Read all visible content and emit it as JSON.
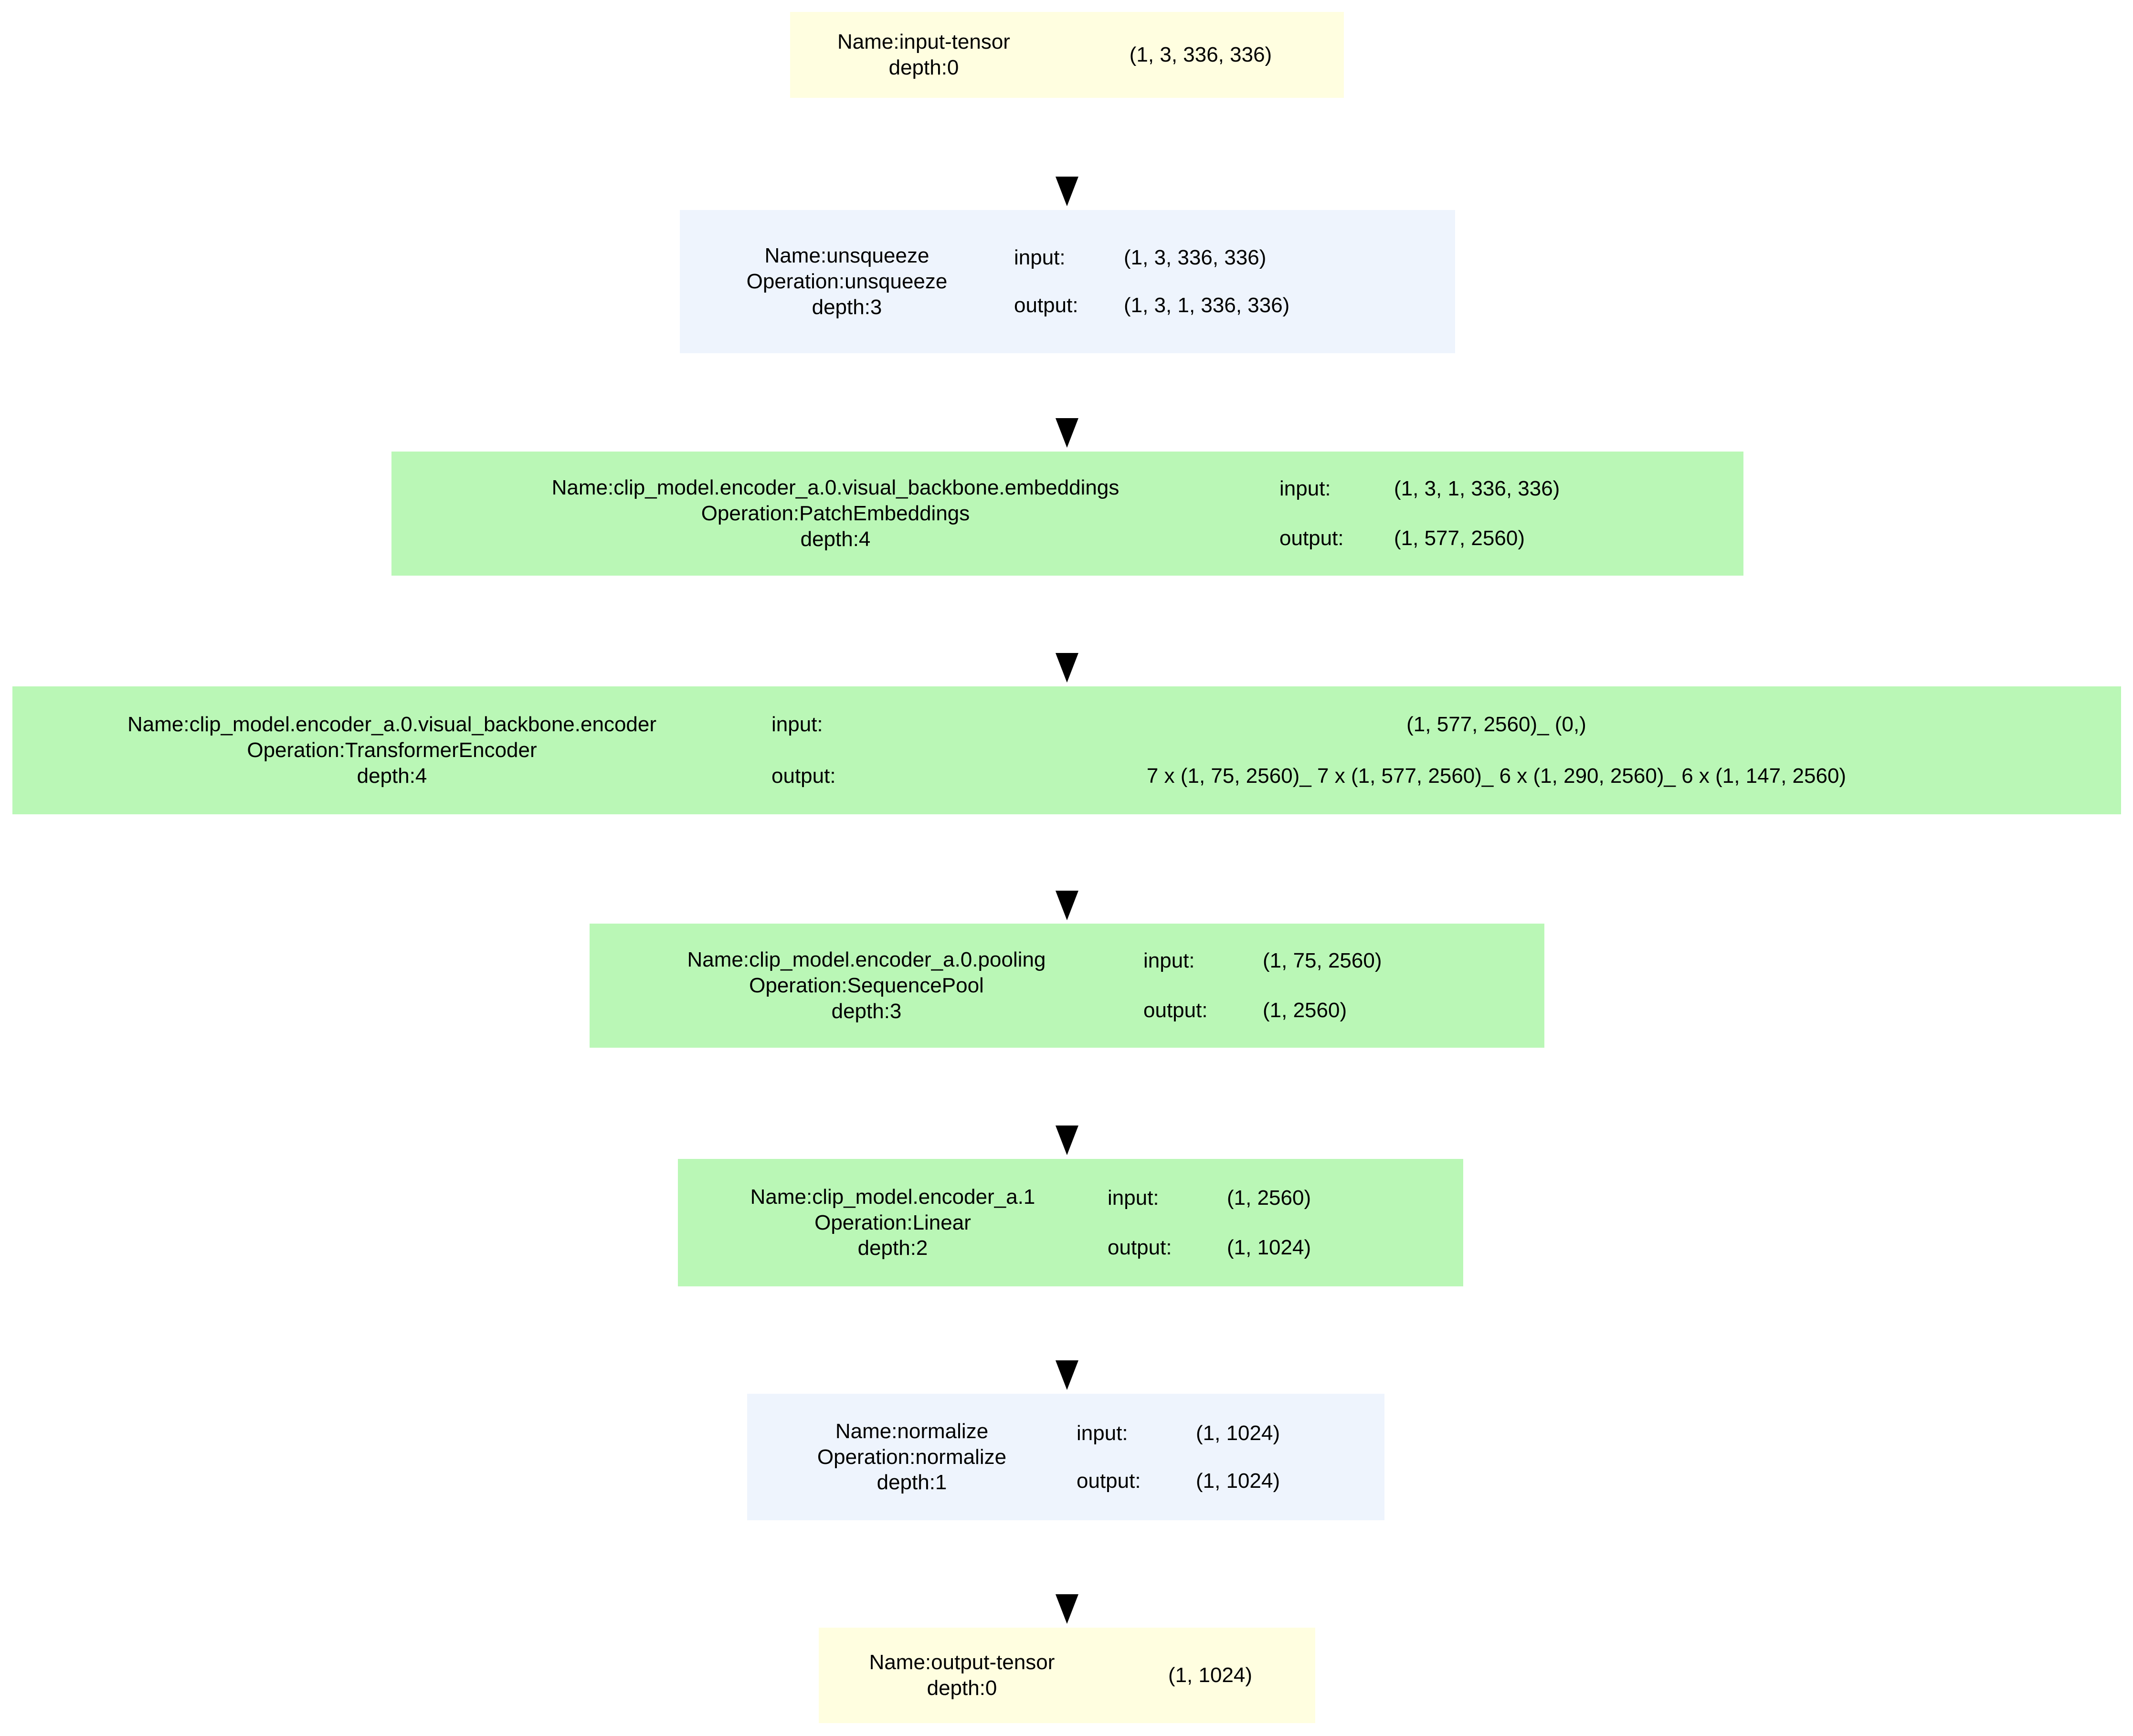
{
  "graph": {
    "title": "torchview model graph",
    "orientation": "top-to-bottom",
    "colors": {
      "tensor_node": "#fffee0",
      "leaf_op_node": "#eef4fd",
      "module_node": "#baf7b6",
      "arrow": "#000000",
      "background": "#ffffff",
      "text": "#000000"
    },
    "labels": {
      "name_prefix": "Name:",
      "operation_prefix": "Operation:",
      "depth_prefix": "depth:",
      "input_label": "input:",
      "output_label": "output:"
    },
    "nodes": [
      {
        "id": "input-tensor",
        "kind": "tensor",
        "name_line": "Name:input-tensor",
        "depth_line": "depth:0",
        "shape": "(1, 3, 336, 336)"
      },
      {
        "id": "unsqueeze",
        "kind": "leaf",
        "name_line": "Name:unsqueeze",
        "operation_line": "Operation:unsqueeze",
        "depth_line": "depth:3",
        "input_label": "input:",
        "input_shape": "(1, 3, 336, 336)",
        "output_label": "output:",
        "output_shape": "(1, 3, 1, 336, 336)"
      },
      {
        "id": "embeddings",
        "kind": "module",
        "name_line": "Name:clip_model.encoder_a.0.visual_backbone.embeddings",
        "operation_line": "Operation:PatchEmbeddings",
        "depth_line": "depth:4",
        "input_label": "input:",
        "input_shape": "(1, 3, 1, 336, 336)",
        "output_label": "output:",
        "output_shape": "(1, 577, 2560)"
      },
      {
        "id": "encoder",
        "kind": "module",
        "name_line": "Name:clip_model.encoder_a.0.visual_backbone.encoder",
        "operation_line": "Operation:TransformerEncoder",
        "depth_line": "depth:4",
        "input_label": "input:",
        "input_shape": "(1, 577, 2560)_ (0,)",
        "output_label": "output:",
        "output_shape": "7 x (1, 75, 2560)_ 7 x (1, 577, 2560)_ 6 x (1, 290, 2560)_ 6 x (1, 147, 2560)"
      },
      {
        "id": "pooling",
        "kind": "module",
        "name_line": "Name:clip_model.encoder_a.0.pooling",
        "operation_line": "Operation:SequencePool",
        "depth_line": "depth:3",
        "input_label": "input:",
        "input_shape": "(1, 75, 2560)",
        "output_label": "output:",
        "output_shape": "(1, 2560)"
      },
      {
        "id": "linear",
        "kind": "module",
        "name_line": "Name:clip_model.encoder_a.1",
        "operation_line": "Operation:Linear",
        "depth_line": "depth:2",
        "input_label": "input:",
        "input_shape": "(1, 2560)",
        "output_label": "output:",
        "output_shape": "(1, 1024)"
      },
      {
        "id": "normalize",
        "kind": "leaf",
        "name_line": "Name:normalize",
        "operation_line": "Operation:normalize",
        "depth_line": "depth:1",
        "input_label": "input:",
        "input_shape": "(1, 1024)",
        "output_label": "output:",
        "output_shape": "(1, 1024)"
      },
      {
        "id": "output-tensor",
        "kind": "tensor",
        "name_line": "Name:output-tensor",
        "depth_line": "depth:0",
        "shape": "(1, 1024)"
      }
    ],
    "edges": [
      {
        "from": "input-tensor",
        "to": "unsqueeze"
      },
      {
        "from": "unsqueeze",
        "to": "embeddings"
      },
      {
        "from": "embeddings",
        "to": "encoder"
      },
      {
        "from": "encoder",
        "to": "pooling"
      },
      {
        "from": "pooling",
        "to": "linear"
      },
      {
        "from": "linear",
        "to": "normalize"
      },
      {
        "from": "normalize",
        "to": "output-tensor"
      }
    ]
  }
}
